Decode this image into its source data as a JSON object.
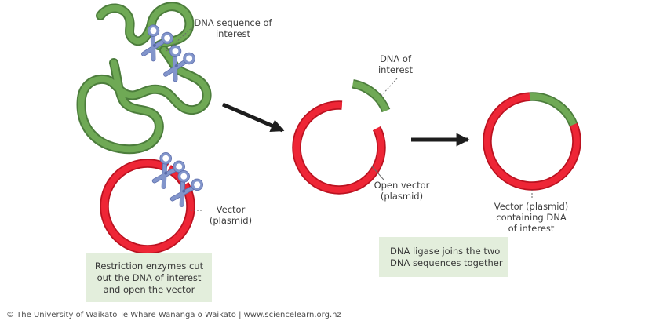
{
  "diagram": {
    "title_implicit": "Restriction enzyme and ligase cloning diagram",
    "strand_label": "DNA sequence of\ninterest",
    "vector_label": "Vector\n(plasmid)",
    "insert_label": "DNA of\ninterest",
    "open_vector_label": "Open vector\n(plasmid)",
    "result_label": "Vector (plasmid)\ncontaining DNA\nof interest",
    "step1_caption": "Restriction enzymes cut\nout the DNA of interest\nand open the vector",
    "step2_caption": "DNA ligase joins the two\nDNA sequences together"
  },
  "footer": {
    "credit": "© The University of Waikato Te Whare Wananga o Waikato | www.sciencelearn.org.nz"
  },
  "icons": {
    "scissors": "✂"
  },
  "colors": {
    "dna-green": "#6fa955",
    "dna-green-dark": "#4c7d3c",
    "plasmid-red": "#ee2636",
    "plasmid-red-dark": "#bb1220",
    "scissors-blue": "#8295cb",
    "scissors-blue-dark": "#5b6cab",
    "caption-bg": "#e3eedc",
    "label-text": "#3d3d3d",
    "arrow": "#1d1d1d"
  }
}
